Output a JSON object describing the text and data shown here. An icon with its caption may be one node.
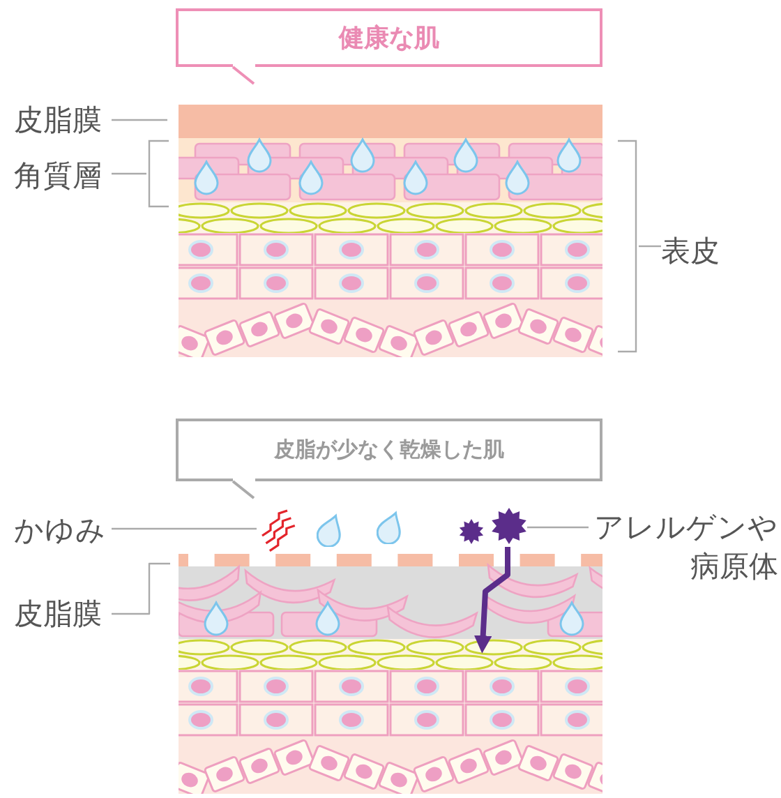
{
  "diagram": {
    "nodes": [
      {
        "text": [
          "健康な肌"
        ]
      },
      {
        "text": [
          "皮脂膜"
        ]
      },
      {
        "text": [
          "角質層"
        ]
      },
      {
        "text": [
          "表皮"
        ]
      },
      {
        "text": [
          "皮脂が少なく乾燥した肌"
        ]
      },
      {
        "text": [
          "かゆみ"
        ]
      },
      {
        "text": [],
        "shape": "picture"
      },
      {
        "text": [],
        "shape": "picture"
      },
      {
        "text": [
          "アレルゲンや病原体"
        ]
      },
      {
        "text": [
          "皮脂膜"
        ]
      },
      {
        "text": [],
        "shape": "bracket"
      },
      {
        "text": [],
        "shape": "bracket"
      }
    ],
    "edges": [
      {
        "from": 1,
        "to": null,
        "arrow": "none"
      },
      {
        "from": 2,
        "to": 10,
        "arrow": "none"
      },
      {
        "from": 3,
        "to": 11,
        "arrow": "none"
      },
      {
        "from": 5,
        "to": 6,
        "arrow": "none"
      },
      {
        "from": 8,
        "to": 7,
        "arrow": "none"
      },
      {
        "from": 7,
        "to": null,
        "arrow": "to",
        "style": "thick",
        "color": "#5b2d8a"
      },
      {
        "from": 9,
        "to": null,
        "arrow": "none"
      }
    ]
  }
}
